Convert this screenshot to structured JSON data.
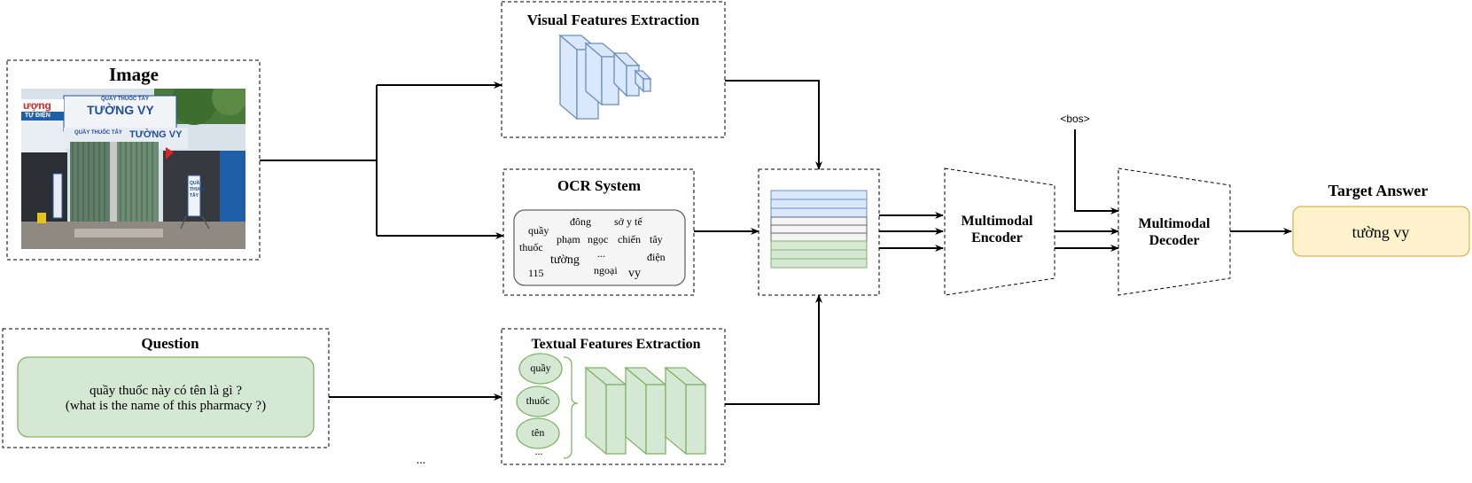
{
  "image_box": {
    "title": "Image"
  },
  "photo": {
    "sign_top_small": "QUẦY THUỐC TÂY",
    "sign_top_big": "TƯỜNG VY",
    "sign_left": "ượng",
    "sign_left_sub": "TỰ ĐIỆN",
    "sign_mid": "QUẦY THUỐC TÂY",
    "sign_mid_big": "TƯỜNG VY",
    "standee": "QUẦY THUỐC TÂY"
  },
  "visual_box": {
    "title": "Visual Features Extraction"
  },
  "ocr_box": {
    "title": "OCR System",
    "tokens": [
      "đông",
      "sở y tế",
      "quầy",
      "phạm",
      "ngọc",
      "chiến",
      "tây",
      "thuốc",
      "tường",
      "...",
      "điện",
      "115",
      "ngoại",
      "vy"
    ]
  },
  "question_box": {
    "title": "Question",
    "line1": "quầy thuốc này có tên là gì ?",
    "line2": "(what is the name of this pharmacy ?)"
  },
  "textual_box": {
    "title": "Textual Features Extraction",
    "tokens": [
      "quầy",
      "thuốc",
      "tên",
      "..."
    ]
  },
  "dots_below": "...",
  "encoder": {
    "line1": "Multimodal",
    "line2": "Encoder"
  },
  "decoder": {
    "line1": "Multimodal",
    "line2": "Decoder"
  },
  "bos": "<bos>",
  "target": {
    "title": "Target Answer",
    "answer": "tường vy"
  },
  "colors": {
    "blue_fill": "#dae8fc",
    "blue_stroke": "#6c8ebf",
    "green_fill": "#d5e8d4",
    "green_stroke": "#82b366",
    "grey_fill": "#f5f5f5",
    "grey_stroke": "#666666",
    "yellow_fill": "#fff2cc",
    "yellow_stroke": "#d6b656"
  }
}
